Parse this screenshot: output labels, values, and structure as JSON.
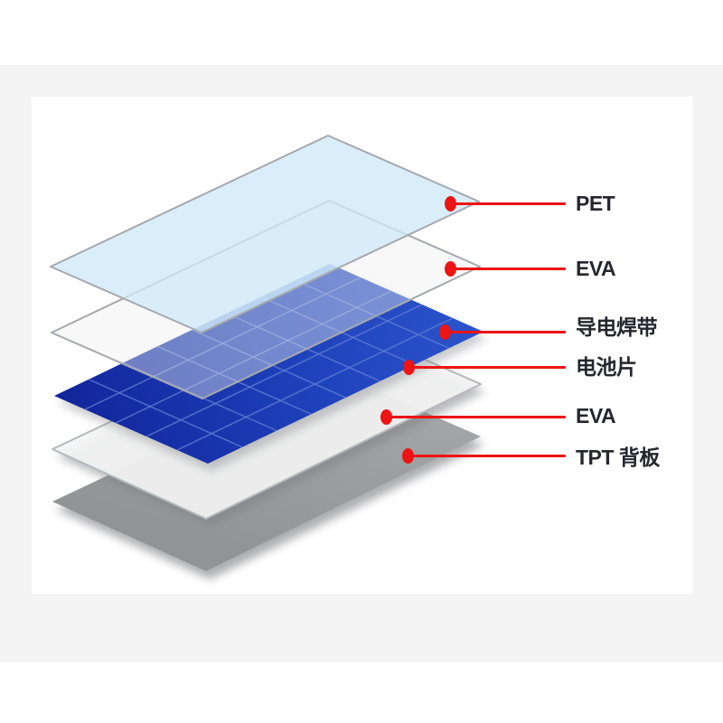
{
  "diagram": {
    "type": "exploded-layer-diagram",
    "subject": "solar panel laminate stack",
    "colors": {
      "accent": "#ec1414",
      "frame": "#f3f4f3",
      "canvas": "#ffffff",
      "text": "#26262e"
    },
    "layers": [
      {
        "id": "pet",
        "label": "PET",
        "fill": "#cfe9f8",
        "stroke": "#a5a9ae",
        "opacity": 0.78
      },
      {
        "id": "eva-top",
        "label": "EVA",
        "fill": "#eceeec",
        "stroke": "#a5a9ae",
        "opacity": 0.42
      },
      {
        "id": "cell",
        "label": "电池片",
        "gradient": [
          "#12259a",
          "#1e42bc",
          "#2e55cd"
        ],
        "grid": {
          "cols": 8,
          "rows": 5,
          "color": "#5d7ad0"
        }
      },
      {
        "id": "eva-bottom",
        "label": "EVA",
        "fill": "#f2f3f2",
        "stroke": "#b4b8bc",
        "opacity": 0.93,
        "shadow": "#7e8084"
      },
      {
        "id": "tpt",
        "label": "TPT 背板",
        "fill": "#919394",
        "fill2": "#a4a6a7",
        "shadow": "#98999b"
      }
    ],
    "callouts": [
      {
        "label": "PET"
      },
      {
        "label": "EVA"
      },
      {
        "label": "导电焊带"
      },
      {
        "label": "电池片"
      },
      {
        "label": "EVA"
      },
      {
        "label": "TPT 背板"
      }
    ]
  }
}
